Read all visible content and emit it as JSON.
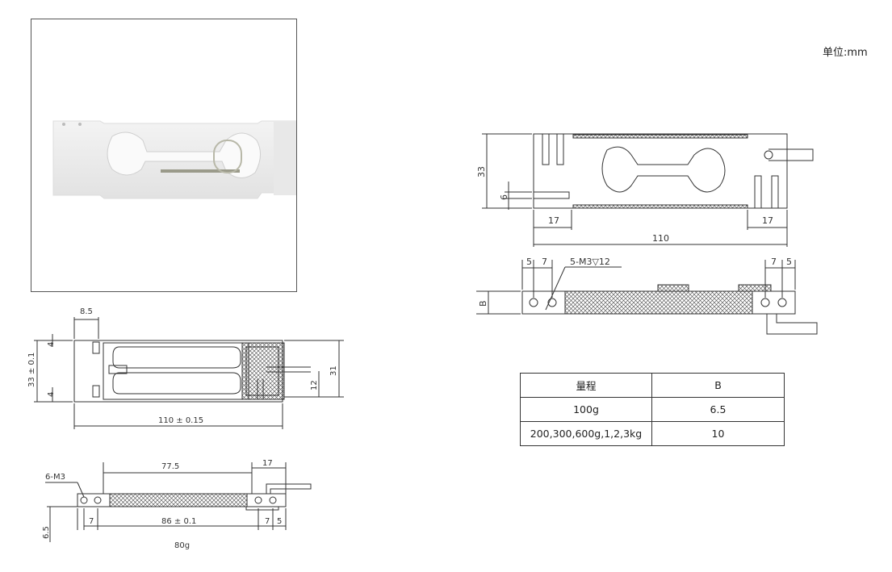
{
  "unit_label": "单位:mm",
  "drawing_left_top": {
    "dim_8_5": "8.5",
    "dim_4_top": "4",
    "dim_4_bottom": "4",
    "dim_height": "33 ± 0.1",
    "dim_31": "31",
    "dim_12": "12",
    "dim_length": "110 ± 0.15"
  },
  "drawing_left_bottom": {
    "thread": "6-M3",
    "dim_77_5": "77.5",
    "dim_17": "17",
    "dim_6_5": "6.5",
    "dim_7_left": "7",
    "dim_86": "86 ± 0.1",
    "dim_7_right": "7",
    "dim_5_right": "5",
    "weight": "80g"
  },
  "drawing_right_top": {
    "dim_33": "33",
    "dim_6": "6",
    "dim_17_left": "17",
    "dim_17_right": "17",
    "dim_110": "110"
  },
  "drawing_right_bottom": {
    "dim_5_left": "5",
    "dim_7_left": "7",
    "thread": "5-M3▽12",
    "dim_7_right": "7",
    "dim_5_right": "5",
    "dim_B": "B"
  },
  "spec_table": {
    "header": [
      "量程",
      "B"
    ],
    "rows": [
      [
        "100g",
        "6.5"
      ],
      [
        "200,300,600g,1,2,3kg",
        "10"
      ]
    ]
  },
  "colors": {
    "line": "#333333",
    "photo_body": "#eeeeee"
  }
}
